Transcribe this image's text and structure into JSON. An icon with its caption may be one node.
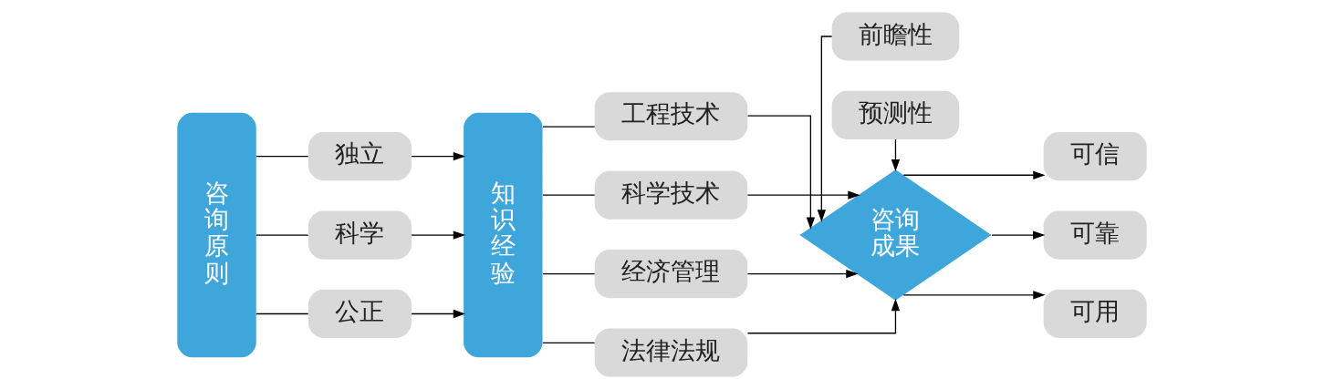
{
  "diagram": {
    "nodes": [
      {
        "text": [
          "咨询原则"
        ]
      },
      {
        "text": [
          "独立"
        ]
      },
      {
        "text": [
          "科学"
        ]
      },
      {
        "text": [
          "公正"
        ]
      },
      {
        "text": [
          "知识经验"
        ]
      },
      {
        "text": [
          "工程技术"
        ]
      },
      {
        "text": [
          "科学技术"
        ]
      },
      {
        "text": [
          "经济管理"
        ]
      },
      {
        "text": [
          "法律法规"
        ]
      },
      {
        "text": [
          "前瞻性"
        ]
      },
      {
        "text": [
          "咨询成果"
        ]
      },
      {
        "text": [
          "预测性"
        ]
      },
      {
        "text": [
          "可信"
        ]
      },
      {
        "text": [
          "可靠"
        ]
      },
      {
        "text": [
          "可用"
        ]
      }
    ],
    "edges": [
      {
        "from": 0,
        "to": 1,
        "arrow": "none"
      },
      {
        "from": 0,
        "to": 2,
        "arrow": "none"
      },
      {
        "from": 0,
        "to": 3,
        "arrow": "none"
      },
      {
        "from": 1,
        "to": 4,
        "arrow": "to"
      },
      {
        "from": 2,
        "to": 4,
        "arrow": "to"
      },
      {
        "from": 3,
        "to": 4,
        "arrow": "to"
      },
      {
        "from": 4,
        "to": 5,
        "arrow": "none"
      },
      {
        "from": 4,
        "to": 6,
        "arrow": "none"
      },
      {
        "from": 4,
        "to": 7,
        "arrow": "none"
      },
      {
        "from": 4,
        "to": 8,
        "arrow": "none"
      },
      {
        "from": 5,
        "to": 10,
        "arrow": "to"
      },
      {
        "from": 6,
        "to": 10,
        "arrow": "to"
      },
      {
        "from": 7,
        "to": 10,
        "arrow": "to"
      },
      {
        "from": 8,
        "to": 10,
        "arrow": "to"
      },
      {
        "from": 9,
        "to": 10,
        "arrow": "to"
      },
      {
        "from": 11,
        "to": 10,
        "arrow": "to"
      },
      {
        "from": 10,
        "to": 12,
        "arrow": "to"
      },
      {
        "from": 10,
        "to": 13,
        "arrow": "to"
      },
      {
        "from": 10,
        "to": 14,
        "arrow": "to"
      }
    ]
  }
}
